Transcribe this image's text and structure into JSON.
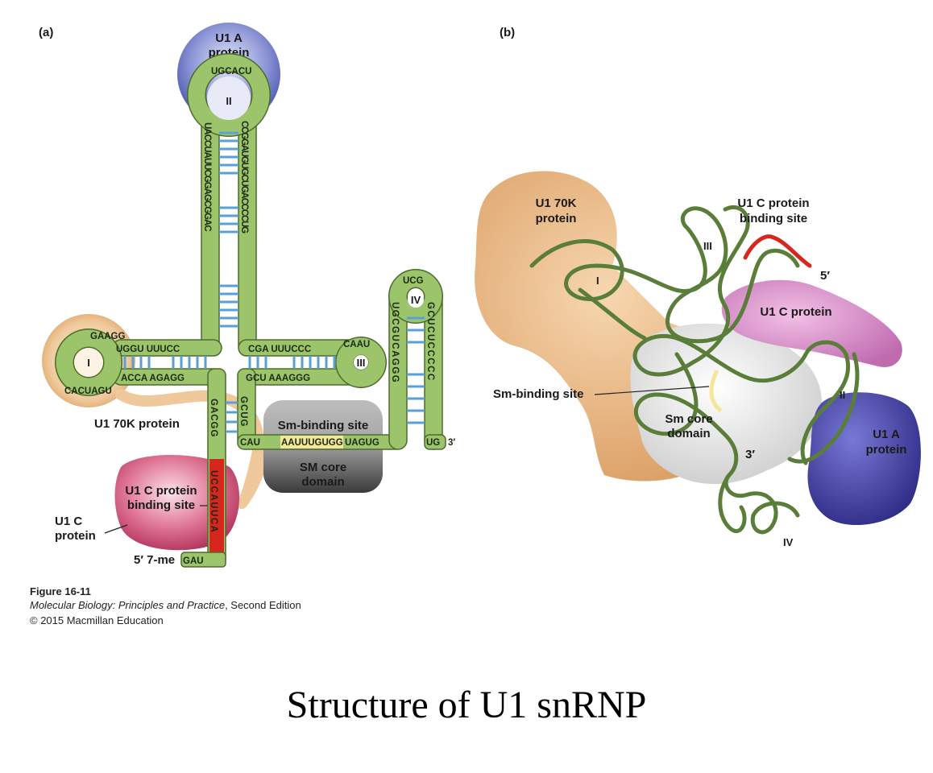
{
  "panel_a": {
    "label": "(a)",
    "u1a_protein": [
      "U1 A",
      "protein"
    ],
    "loops": {
      "I": "I",
      "II": "II",
      "III": "III",
      "IV": "IV"
    },
    "u1_70k": "U1 70K protein",
    "sm_binding_site": "Sm-binding site",
    "sm_core": [
      "SM core",
      "domain"
    ],
    "u1c_binding_site": [
      "U1 C protein",
      "binding site"
    ],
    "u1c_protein": [
      "U1 C",
      "protein"
    ],
    "five_prime": "5′ 7-me",
    "five_prime_seq": "GAU",
    "three_prime": "3′",
    "three_prime_seq": "UG",
    "seq": {
      "loop2": "UGCACU",
      "stem2_left": "UACCUAUUCGGAGCGGAC",
      "stem2_right": "CCGGAUGUGCUGACCCCUG",
      "loop1": "GAAGG",
      "stem1_top": "UGGU UUUCC",
      "stem1_bottom": "ACCA AGAGG",
      "loop1_low": "CACUAGU",
      "stem3_top": "CGA UUUCCC",
      "stem3_bottom": "GCU AAAGGG",
      "loop3": "CAAU",
      "loop4": "UCG",
      "stem4_left": "UGCGUCAGGG",
      "stem4_right": "GCUCUCCCCC",
      "sm_seq_pre": "CAU",
      "sm_seq_site": "AAUUUGUGG",
      "sm_seq_post": "UAGUG",
      "central_left": "GACGG",
      "central_right": "GCUG",
      "red_seq": "UCCAUUCA"
    }
  },
  "panel_b": {
    "label": "(b)",
    "u1_70k": [
      "U1 70K",
      "protein"
    ],
    "u1c_site": [
      "U1 C protein",
      "binding site"
    ],
    "u1c_protein": "U1 C protein",
    "sm_binding_site": "Sm-binding site",
    "sm_core": [
      "Sm core",
      "domain"
    ],
    "u1a": [
      "U1 A",
      "protein"
    ],
    "romans": {
      "I": "I",
      "II": "II",
      "III": "III",
      "IV": "IV"
    },
    "five_prime": "5′",
    "three_prime": "3′"
  },
  "caption": {
    "figure": "Figure 16-11",
    "source_italic": "Molecular Biology: Principles and Practice",
    "source_rest": ", Second Edition",
    "copyright": "© 2015 Macmillan Education"
  },
  "title": "Structure of U1 snRNP",
  "colors": {
    "rna_green": "#9cc46b",
    "rna_outline": "#4d6b2e",
    "pair_blue": "#5aa0d8",
    "u1a_blue": "#6272c4",
    "u1_70k_tan": "#e9b27a",
    "u1c_pink": "#c94a6e",
    "sm_gray": "#6e6e6e",
    "red_site": "#d7261e",
    "u1c_protein_b": "#d98fcc",
    "u1a_b": "#4e4aa6",
    "tube_green": "#5a7d3a"
  }
}
